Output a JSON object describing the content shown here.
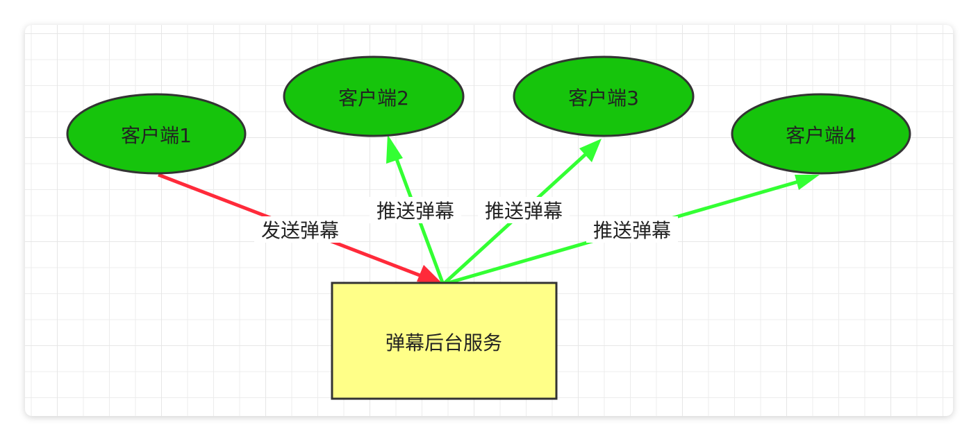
{
  "colors": {
    "client_fill": "#16c40c",
    "node_stroke": "#333333",
    "server_fill": "#ffff88",
    "send_edge": "#ff2a3a",
    "push_edge": "#33ff33"
  },
  "diagram": {
    "clients": [
      {
        "label": "客户端1"
      },
      {
        "label": "客户端2"
      },
      {
        "label": "客户端3"
      },
      {
        "label": "客户端4"
      }
    ],
    "server": {
      "label": "弹幕后台服务"
    },
    "edges": [
      {
        "from": "客户端1",
        "to": "弹幕后台服务",
        "label": "发送弹幕",
        "kind": "send"
      },
      {
        "from": "弹幕后台服务",
        "to": "客户端2",
        "label": "推送弹幕",
        "kind": "push"
      },
      {
        "from": "弹幕后台服务",
        "to": "客户端3",
        "label": "推送弹幕",
        "kind": "push"
      },
      {
        "from": "弹幕后台服务",
        "to": "客户端4",
        "label": "推送弹幕",
        "kind": "push"
      }
    ]
  }
}
